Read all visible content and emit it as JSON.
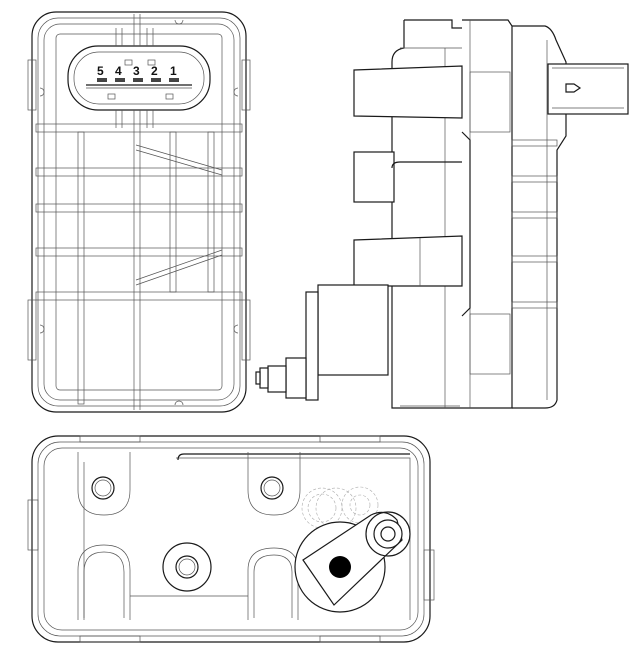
{
  "diagram": {
    "type": "technical-line-drawing",
    "subject": "electronic actuator housing, three orthographic views",
    "views": [
      {
        "id": "top-view",
        "description": "connector face with ribbed housing"
      },
      {
        "id": "side-view",
        "description": "side profile with connector plug and motor body"
      },
      {
        "id": "bottom-view",
        "description": "base plate with mounting holes and lever arm"
      }
    ],
    "connector": {
      "pin_labels": [
        "5",
        "4",
        "3",
        "2",
        "1"
      ]
    },
    "colors": {
      "line": "#1a1a1a",
      "thin_line": "#555555",
      "hidden_line": "#aaaaaa",
      "background": "#ffffff"
    }
  }
}
